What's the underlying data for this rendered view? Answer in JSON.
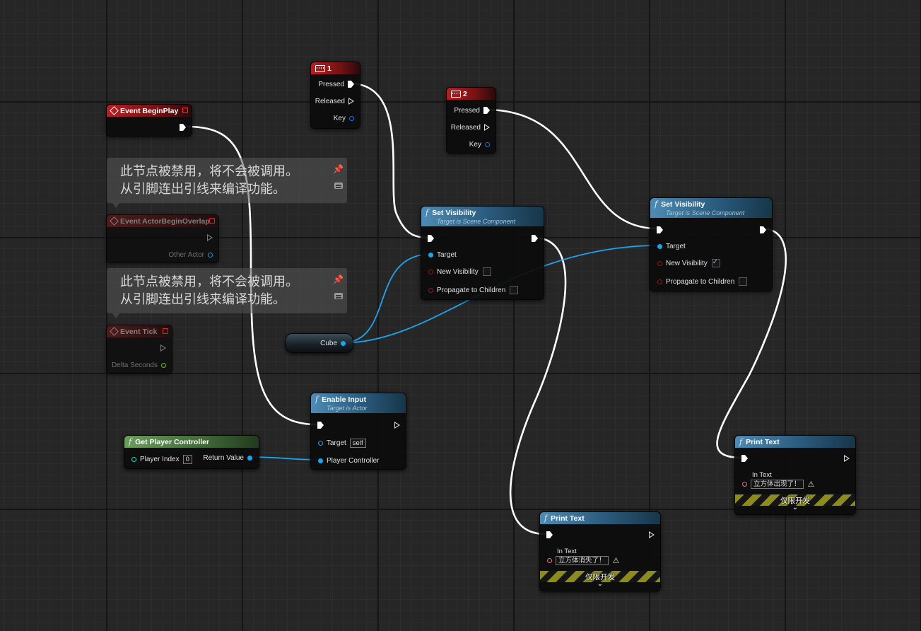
{
  "nodes": {
    "event_begin_play": {
      "title": "Event BeginPlay"
    },
    "key_1": {
      "title": "1",
      "pressed": "Pressed",
      "released": "Released",
      "key": "Key"
    },
    "key_2": {
      "title": "2",
      "pressed": "Pressed",
      "released": "Released",
      "key": "Key"
    },
    "event_actor_begin_overlap": {
      "title": "Event ActorBeginOverlap",
      "other_actor": "Other Actor"
    },
    "event_tick": {
      "title": "Event Tick",
      "delta_seconds": "Delta Seconds"
    },
    "set_visibility_1": {
      "title": "Set Visibility",
      "subtitle": "Target is Scene Component",
      "target": "Target",
      "new_visibility": "New Visibility",
      "new_visibility_checked": false,
      "propagate": "Propagate to Children",
      "propagate_checked": false
    },
    "set_visibility_2": {
      "title": "Set Visibility",
      "subtitle": "Target is Scene Component",
      "target": "Target",
      "new_visibility": "New Visibility",
      "new_visibility_checked": true,
      "propagate": "Propagate to Children",
      "propagate_checked": false
    },
    "cube_variable": {
      "label": "Cube"
    },
    "enable_input": {
      "title": "Enable Input",
      "subtitle": "Target is Actor",
      "target": "Target",
      "target_value": "self",
      "player_controller": "Player Controller"
    },
    "get_player_controller": {
      "title": "Get Player Controller",
      "player_index": "Player Index",
      "player_index_value": "0",
      "return_value": "Return Value"
    },
    "print_text_1": {
      "title": "Print Text",
      "in_text": "In Text",
      "in_text_value": "立方体消失了！",
      "dev_only": "仅限开发"
    },
    "print_text_2": {
      "title": "Print Text",
      "in_text": "In Text",
      "in_text_value": "立方体出现了！",
      "dev_only": "仅限开发"
    }
  },
  "comments": {
    "disabled_overlap": {
      "line1": "此节点被禁用，将不会被调用。",
      "line2": "从引脚连出引线来编译功能。"
    },
    "disabled_tick": {
      "line1": "此节点被禁用，将不会被调用。",
      "line2": "从引脚连出引线来编译功能。"
    }
  },
  "colors": {
    "exec_wire": "#ffffff",
    "object_wire": "#1aa5ee",
    "event_header": "#b81e22",
    "function_header": "#4e8bb4",
    "pure_header": "#6b9e5d"
  }
}
